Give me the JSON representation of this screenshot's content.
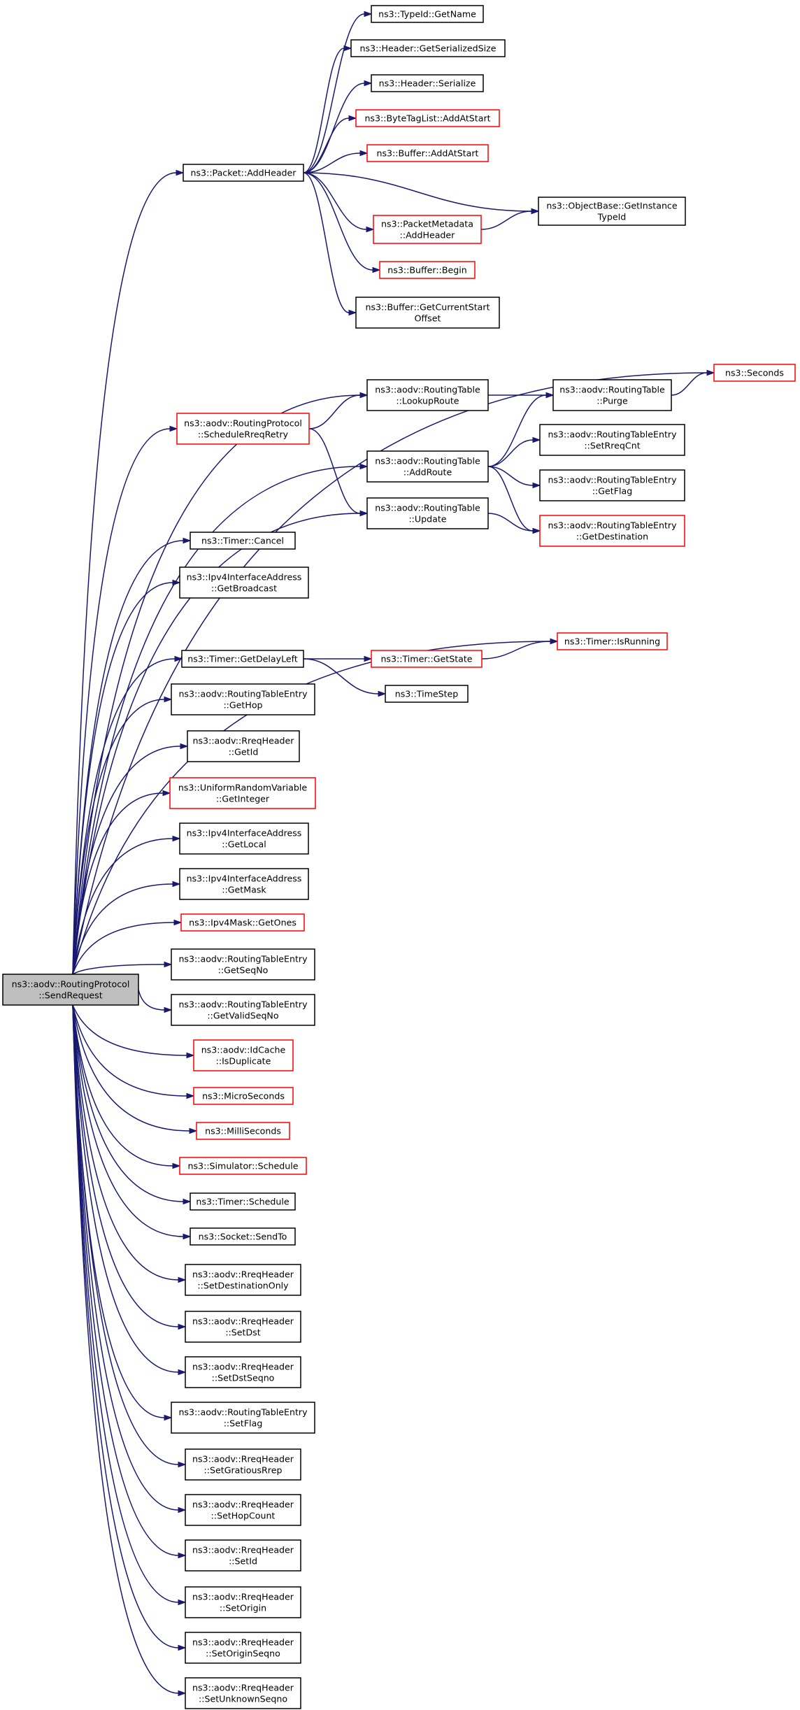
{
  "colors": {
    "edge": "#191970",
    "border_normal": "#000000",
    "border_truncated": "#ff0000",
    "root_fill": "#bfbfbf",
    "node_fill": "#ffffff"
  },
  "nodes": [
    {
      "id": "root",
      "lines": [
        "ns3::aodv::RoutingProtocol",
        "::SendRequest"
      ],
      "style": "root"
    },
    {
      "id": "addheader",
      "lines": [
        "ns3::Packet::AddHeader"
      ],
      "style": "normal"
    },
    {
      "id": "getname",
      "lines": [
        "ns3::TypeId::GetName"
      ],
      "style": "normal"
    },
    {
      "id": "getserializedsize",
      "lines": [
        "ns3::Header::GetSerializedSize"
      ],
      "style": "normal"
    },
    {
      "id": "serialize",
      "lines": [
        "ns3::Header::Serialize"
      ],
      "style": "normal"
    },
    {
      "id": "bytetaglist",
      "lines": [
        "ns3::ByteTagList::AddAtStart"
      ],
      "style": "red"
    },
    {
      "id": "bufferaddatstart",
      "lines": [
        "ns3::Buffer::AddAtStart"
      ],
      "style": "red"
    },
    {
      "id": "getinstancetypeid",
      "lines": [
        "ns3::ObjectBase::GetInstance",
        "TypeId"
      ],
      "style": "normal"
    },
    {
      "id": "packetmetadata",
      "lines": [
        "ns3::PacketMetadata",
        "::AddHeader"
      ],
      "style": "red"
    },
    {
      "id": "bufferbegin",
      "lines": [
        "ns3::Buffer::Begin"
      ],
      "style": "red"
    },
    {
      "id": "currentstart",
      "lines": [
        "ns3::Buffer::GetCurrentStart",
        "Offset"
      ],
      "style": "normal"
    },
    {
      "id": "seconds",
      "lines": [
        "ns3::Seconds"
      ],
      "style": "red"
    },
    {
      "id": "lookuproute",
      "lines": [
        "ns3::aodv::RoutingTable",
        "::LookupRoute"
      ],
      "style": "normal"
    },
    {
      "id": "purge",
      "lines": [
        "ns3::aodv::RoutingTable",
        "::Purge"
      ],
      "style": "normal"
    },
    {
      "id": "schedulerreqretry",
      "lines": [
        "ns3::aodv::RoutingProtocol",
        "::ScheduleRreqRetry"
      ],
      "style": "red"
    },
    {
      "id": "addroute",
      "lines": [
        "ns3::aodv::RoutingTable",
        "::AddRoute"
      ],
      "style": "normal"
    },
    {
      "id": "setrreqcnt",
      "lines": [
        "ns3::aodv::RoutingTableEntry",
        "::SetRreqCnt"
      ],
      "style": "normal"
    },
    {
      "id": "getflag",
      "lines": [
        "ns3::aodv::RoutingTableEntry",
        "::GetFlag"
      ],
      "style": "normal"
    },
    {
      "id": "update",
      "lines": [
        "ns3::aodv::RoutingTable",
        "::Update"
      ],
      "style": "normal"
    },
    {
      "id": "getdestination",
      "lines": [
        "ns3::aodv::RoutingTableEntry",
        "::GetDestination"
      ],
      "style": "red"
    },
    {
      "id": "timercancel",
      "lines": [
        "ns3::Timer::Cancel"
      ],
      "style": "normal"
    },
    {
      "id": "getbroadcast",
      "lines": [
        "ns3::Ipv4InterfaceAddress",
        "::GetBroadcast"
      ],
      "style": "normal"
    },
    {
      "id": "isrunning",
      "lines": [
        "ns3::Timer::IsRunning"
      ],
      "style": "red"
    },
    {
      "id": "getdelayleft",
      "lines": [
        "ns3::Timer::GetDelayLeft"
      ],
      "style": "normal"
    },
    {
      "id": "getstate",
      "lines": [
        "ns3::Timer::GetState"
      ],
      "style": "red"
    },
    {
      "id": "timestep",
      "lines": [
        "ns3::TimeStep"
      ],
      "style": "normal"
    },
    {
      "id": "gethop",
      "lines": [
        "ns3::aodv::RoutingTableEntry",
        "::GetHop"
      ],
      "style": "normal"
    },
    {
      "id": "getid",
      "lines": [
        "ns3::aodv::RreqHeader",
        "::GetId"
      ],
      "style": "normal"
    },
    {
      "id": "getinteger",
      "lines": [
        "ns3::UniformRandomVariable",
        "::GetInteger"
      ],
      "style": "red"
    },
    {
      "id": "getlocal",
      "lines": [
        "ns3::Ipv4InterfaceAddress",
        "::GetLocal"
      ],
      "style": "normal"
    },
    {
      "id": "getmask",
      "lines": [
        "ns3::Ipv4InterfaceAddress",
        "::GetMask"
      ],
      "style": "normal"
    },
    {
      "id": "getones",
      "lines": [
        "ns3::Ipv4Mask::GetOnes"
      ],
      "style": "red"
    },
    {
      "id": "getseqno",
      "lines": [
        "ns3::aodv::RoutingTableEntry",
        "::GetSeqNo"
      ],
      "style": "normal"
    },
    {
      "id": "getvalidseqno",
      "lines": [
        "ns3::aodv::RoutingTableEntry",
        "::GetValidSeqNo"
      ],
      "style": "normal"
    },
    {
      "id": "isduplicate",
      "lines": [
        "ns3::aodv::IdCache",
        "::IsDuplicate"
      ],
      "style": "red"
    },
    {
      "id": "microseconds",
      "lines": [
        "ns3::MicroSeconds"
      ],
      "style": "red"
    },
    {
      "id": "milliseconds",
      "lines": [
        "ns3::MilliSeconds"
      ],
      "style": "red"
    },
    {
      "id": "simschedule",
      "lines": [
        "ns3::Simulator::Schedule"
      ],
      "style": "red"
    },
    {
      "id": "timerschedule",
      "lines": [
        "ns3::Timer::Schedule"
      ],
      "style": "normal"
    },
    {
      "id": "sendto",
      "lines": [
        "ns3::Socket::SendTo"
      ],
      "style": "normal"
    },
    {
      "id": "setdestonly",
      "lines": [
        "ns3::aodv::RreqHeader",
        "::SetDestinationOnly"
      ],
      "style": "normal"
    },
    {
      "id": "setdst",
      "lines": [
        "ns3::aodv::RreqHeader",
        "::SetDst"
      ],
      "style": "normal"
    },
    {
      "id": "setdstseqno",
      "lines": [
        "ns3::aodv::RreqHeader",
        "::SetDstSeqno"
      ],
      "style": "normal"
    },
    {
      "id": "setflag",
      "lines": [
        "ns3::aodv::RoutingTableEntry",
        "::SetFlag"
      ],
      "style": "normal"
    },
    {
      "id": "setgratuitous",
      "lines": [
        "ns3::aodv::RreqHeader",
        "::SetGratiousRrep"
      ],
      "style": "normal"
    },
    {
      "id": "sethopcount",
      "lines": [
        "ns3::aodv::RreqHeader",
        "::SetHopCount"
      ],
      "style": "normal"
    },
    {
      "id": "setid",
      "lines": [
        "ns3::aodv::RreqHeader",
        "::SetId"
      ],
      "style": "normal"
    },
    {
      "id": "setorigin",
      "lines": [
        "ns3::aodv::RreqHeader",
        "::SetOrigin"
      ],
      "style": "normal"
    },
    {
      "id": "setoriginseqno",
      "lines": [
        "ns3::aodv::RreqHeader",
        "::SetOriginSeqno"
      ],
      "style": "normal"
    },
    {
      "id": "setunknownseqno",
      "lines": [
        "ns3::aodv::RreqHeader",
        "::SetUnknownSeqno"
      ],
      "style": "normal"
    }
  ],
  "edges": [
    [
      "root",
      "addheader"
    ],
    [
      "root",
      "seconds"
    ],
    [
      "root",
      "lookuproute"
    ],
    [
      "root",
      "schedulerreqretry"
    ],
    [
      "root",
      "addroute"
    ],
    [
      "root",
      "update"
    ],
    [
      "root",
      "timercancel"
    ],
    [
      "root",
      "getbroadcast"
    ],
    [
      "root",
      "isrunning"
    ],
    [
      "root",
      "getdelayleft"
    ],
    [
      "root",
      "gethop"
    ],
    [
      "root",
      "getid"
    ],
    [
      "root",
      "getinteger"
    ],
    [
      "root",
      "getlocal"
    ],
    [
      "root",
      "getmask"
    ],
    [
      "root",
      "getones"
    ],
    [
      "root",
      "getseqno"
    ],
    [
      "root",
      "getvalidseqno"
    ],
    [
      "root",
      "isduplicate"
    ],
    [
      "root",
      "microseconds"
    ],
    [
      "root",
      "milliseconds"
    ],
    [
      "root",
      "simschedule"
    ],
    [
      "root",
      "timerschedule"
    ],
    [
      "root",
      "sendto"
    ],
    [
      "root",
      "setdestonly"
    ],
    [
      "root",
      "setdst"
    ],
    [
      "root",
      "setdstseqno"
    ],
    [
      "root",
      "setflag"
    ],
    [
      "root",
      "setgratuitous"
    ],
    [
      "root",
      "sethopcount"
    ],
    [
      "root",
      "setid"
    ],
    [
      "root",
      "setorigin"
    ],
    [
      "root",
      "setoriginseqno"
    ],
    [
      "root",
      "setunknownseqno"
    ],
    [
      "addheader",
      "getname"
    ],
    [
      "addheader",
      "getserializedsize"
    ],
    [
      "addheader",
      "serialize"
    ],
    [
      "addheader",
      "bytetaglist"
    ],
    [
      "addheader",
      "bufferaddatstart"
    ],
    [
      "addheader",
      "getinstancetypeid"
    ],
    [
      "addheader",
      "packetmetadata"
    ],
    [
      "addheader",
      "bufferbegin"
    ],
    [
      "addheader",
      "currentstart"
    ],
    [
      "packetmetadata",
      "getinstancetypeid"
    ],
    [
      "lookuproute",
      "purge"
    ],
    [
      "purge",
      "seconds"
    ],
    [
      "schedulerreqretry",
      "lookuproute"
    ],
    [
      "schedulerreqretry",
      "update"
    ],
    [
      "addroute",
      "purge"
    ],
    [
      "addroute",
      "setrreqcnt"
    ],
    [
      "addroute",
      "getflag"
    ],
    [
      "addroute",
      "getdestination"
    ],
    [
      "update",
      "getdestination"
    ],
    [
      "getdelayleft",
      "getstate"
    ],
    [
      "getdelayleft",
      "timestep"
    ],
    [
      "getstate",
      "isrunning"
    ]
  ]
}
